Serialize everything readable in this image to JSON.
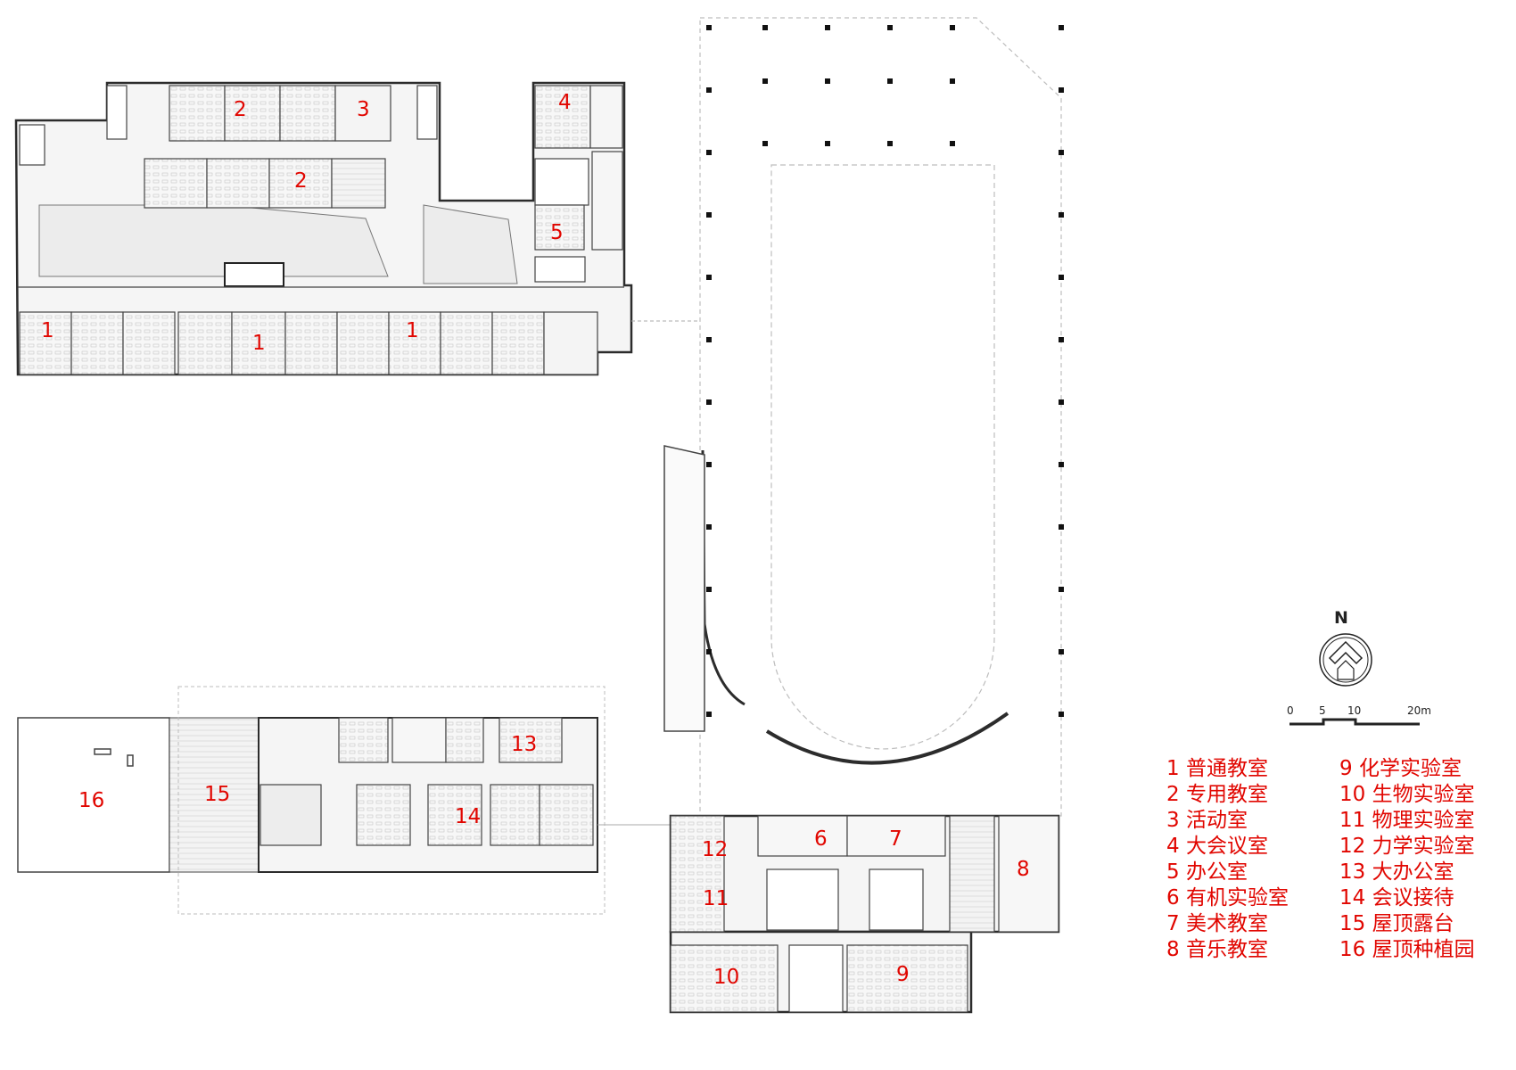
{
  "north_label": "N",
  "scale_bar": {
    "labels": [
      "0",
      "5",
      "10",
      "20m"
    ]
  },
  "room_numbers": {
    "classroom_a": "1",
    "classroom_b": "1",
    "classroom_c": "1",
    "special_a": "2",
    "special_b": "2",
    "activity": "3",
    "meeting_hall": "4",
    "office": "5",
    "organic_lab": "6",
    "art_room": "7",
    "music_room": "8",
    "chem_lab": "9",
    "bio_lab": "10",
    "physics_lab": "11",
    "mechanics_lab": "12",
    "large_office": "13",
    "reception": "14",
    "roof_terrace": "15",
    "roof_garden": "16"
  },
  "legend_left": [
    {
      "num": "1",
      "label": "普通教室"
    },
    {
      "num": "2",
      "label": "专用教室"
    },
    {
      "num": "3",
      "label": "活动室"
    },
    {
      "num": "4",
      "label": "大会议室"
    },
    {
      "num": "5",
      "label": "办公室"
    },
    {
      "num": "6",
      "label": "有机实验室"
    },
    {
      "num": "7",
      "label": "美术教室"
    },
    {
      "num": "8",
      "label": "音乐教室"
    }
  ],
  "legend_right": [
    {
      "num": "9",
      "label": "化学实验室"
    },
    {
      "num": "10",
      "label": "生物实验室"
    },
    {
      "num": "11",
      "label": "物理实验室"
    },
    {
      "num": "12",
      "label": "力学实验室"
    },
    {
      "num": "13",
      "label": "大办公室"
    },
    {
      "num": "14",
      "label": "会议接待"
    },
    {
      "num": "15",
      "label": "屋顶露台"
    },
    {
      "num": "16",
      "label": "屋顶种植园"
    }
  ],
  "colors": {
    "label_red": "#e10600",
    "wall": "#333333",
    "floor_fill": "#f2f2f2",
    "dashed": "#bdbdbd"
  }
}
